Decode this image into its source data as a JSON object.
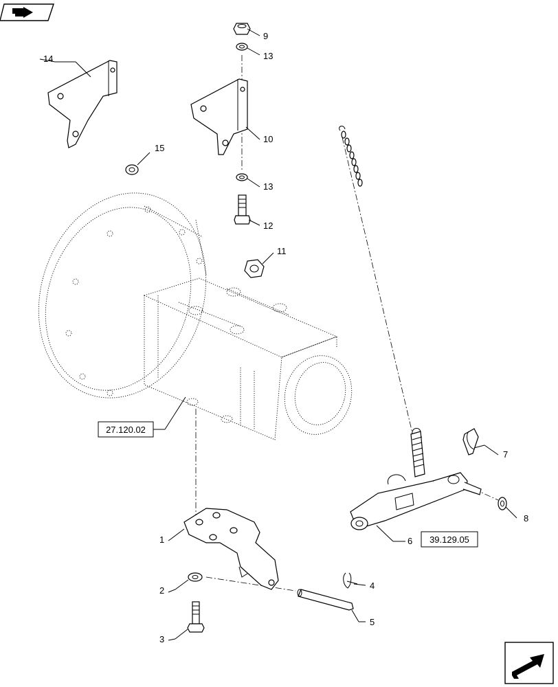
{
  "callouts": [
    {
      "id": "1",
      "text": "1"
    },
    {
      "id": "2",
      "text": "2"
    },
    {
      "id": "3",
      "text": "3"
    },
    {
      "id": "4",
      "text": "4"
    },
    {
      "id": "5",
      "text": "5"
    },
    {
      "id": "6",
      "text": "6"
    },
    {
      "id": "7",
      "text": "7"
    },
    {
      "id": "8",
      "text": "8"
    },
    {
      "id": "9",
      "text": "9"
    },
    {
      "id": "10",
      "text": "10"
    },
    {
      "id": "11",
      "text": "11"
    },
    {
      "id": "12",
      "text": "12"
    },
    {
      "id": "13a",
      "text": "13"
    },
    {
      "id": "13b",
      "text": "13"
    },
    {
      "id": "14",
      "text": "14"
    },
    {
      "id": "15",
      "text": "15"
    }
  ],
  "references": {
    "ref_a": "27.120.02",
    "ref_b": "39.129.05"
  },
  "icons": {
    "top_left": "back-arrow-icon",
    "bottom_right": "next-arrow-icon"
  }
}
